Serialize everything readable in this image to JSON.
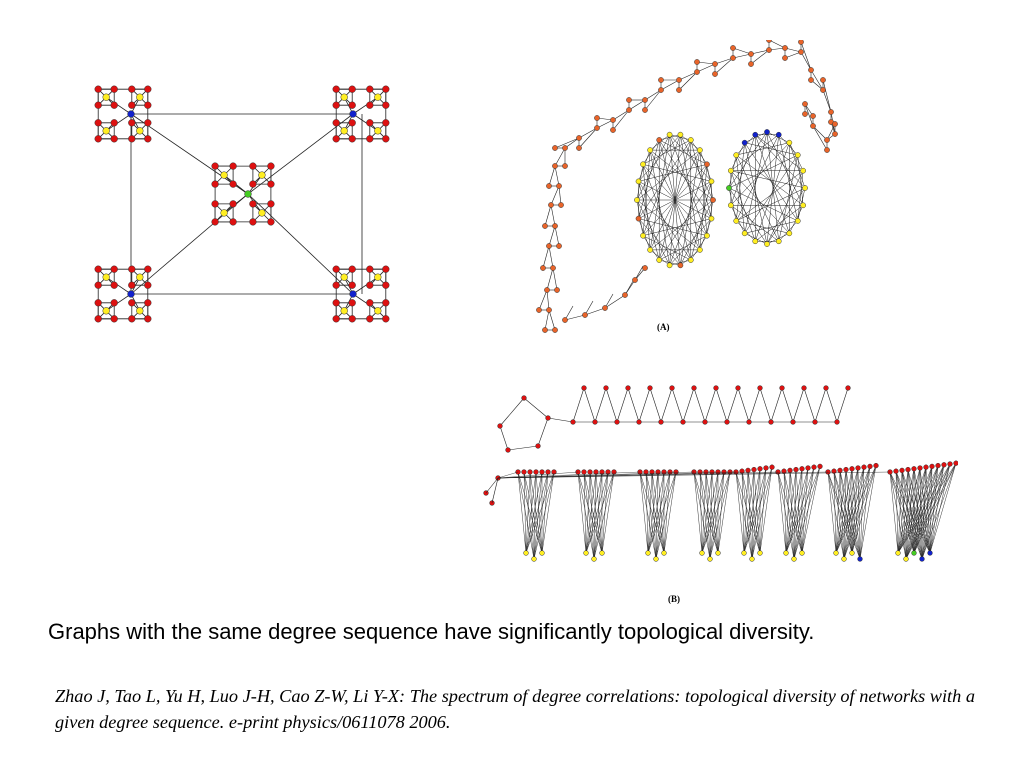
{
  "figure": {
    "panel_a_label": "(A)",
    "panel_b_label": "(B)"
  },
  "caption": "Graphs with the same degree sequence have significantly topological diversity.",
  "citation": "Zhao J, Tao L, Yu H, Luo J-H, Cao Z-W, Li Y-X: The spectrum of degree correlations: topological diversity of networks with a given degree sequence. e-print physics/0611078 2006.",
  "colors": {
    "red_node": "#dd1111",
    "yellow_node": "#ffee22",
    "blue_node": "#1122cc",
    "green_node": "#44cc22",
    "orange_node": "#e8642a",
    "edge": "#222222"
  }
}
